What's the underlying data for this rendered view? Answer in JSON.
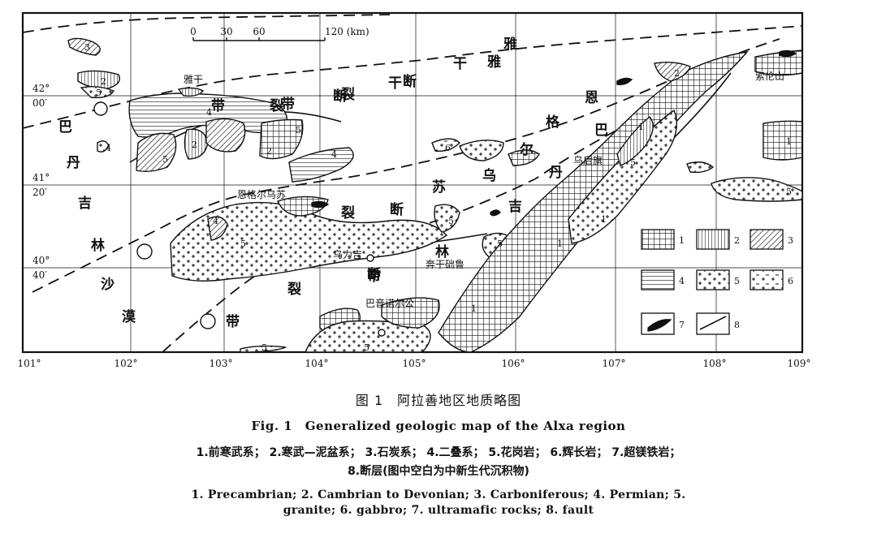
{
  "scale_bar": {
    "ticks": [
      "0",
      "30",
      "60",
      "120 (km)"
    ]
  },
  "longitude_labels": [
    "101°",
    "102°",
    "103°",
    "104°",
    "105°",
    "106°",
    "107°",
    "108°",
    "109°"
  ],
  "latitude_labels": [
    {
      "deg": "42°",
      "min": "00′"
    },
    {
      "deg": "41°",
      "min": "20′"
    },
    {
      "deg": "40°",
      "min": "40′"
    }
  ],
  "zone_labels": {
    "yagan_fault": [
      "雅",
      "干",
      "断",
      "裂",
      "带"
    ],
    "badanjilin_desert": [
      "巴",
      "丹",
      "吉",
      "林",
      "沙",
      "漠"
    ],
    "engeer_fault": [
      "恩",
      "格",
      "尔",
      "乌",
      "苏",
      "断",
      "裂",
      "带"
    ],
    "badanjilin_fault": [
      "巴",
      "丹",
      "吉",
      "林",
      "断",
      "裂",
      "带"
    ],
    "yagan_fault_2": [
      "雅",
      "干",
      "断",
      "裂",
      "带"
    ]
  },
  "place_names": {
    "yagan": "雅干",
    "suolunshan": "索伦山",
    "wuhouqi": "乌后旗",
    "engeerwusu": "恩格尔乌苏",
    "wulijia": "乌力吉",
    "bengganchaolu": "奔干础鲁",
    "bayinnuoergong": "巴音诺尔公"
  },
  "unit_numbers": [
    "1",
    "2",
    "3",
    "4",
    "5",
    "6"
  ],
  "legend_numbers": [
    "1",
    "2",
    "3",
    "4",
    "5",
    "6",
    "7",
    "8"
  ],
  "caption": {
    "title_cn": "图 1　阿拉善地区地质略图",
    "title_en": "Fig. 1　Generalized geologic map of the Alxa region",
    "legend_cn_1": "1.前寒武系；  2.寒武—泥盆系；  3.石炭系；  4.二叠系；  5.花岗岩；  6.辉长岩；  7.超镁铁岩；",
    "legend_cn_2": "8.断层(图中空白为中新生代沉积物)",
    "legend_en_1": "1. Precambrian;  2. Cambrian to Devonian;  3. Carboniferous;  4. Permian;  5.",
    "legend_en_2": "granite;  6. gabbro;  7. ultramafic rocks;  8. fault"
  }
}
